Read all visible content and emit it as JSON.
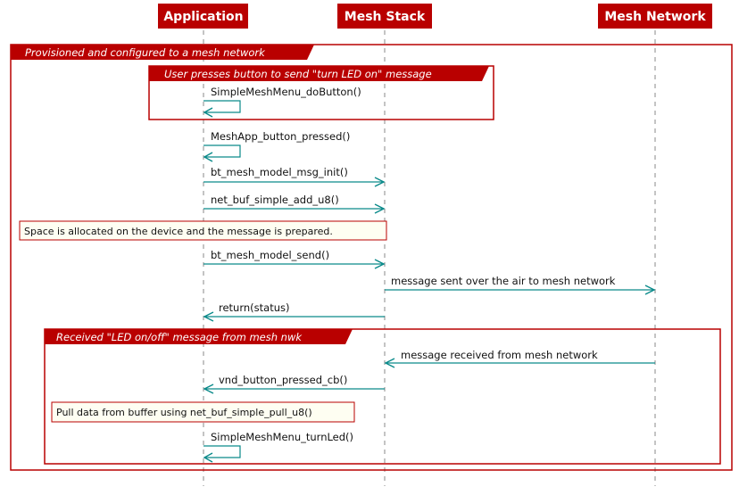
{
  "participants": [
    {
      "id": "app",
      "label": "Application"
    },
    {
      "id": "stack",
      "label": "Mesh Stack"
    },
    {
      "id": "net",
      "label": "Mesh Network"
    }
  ],
  "frames": {
    "outer": "Provisioned and configured to a mesh network",
    "button": "User presses button to send \"turn LED on\" message",
    "received": "Received \"LED on/off\" message from mesh nwk"
  },
  "messages": {
    "m1": "SimpleMeshMenu_doButton()",
    "m2": "MeshApp_button_pressed()",
    "m3": "bt_mesh_model_msg_init()",
    "m4": "net_buf_simple_add_u8()",
    "m5": "bt_mesh_model_send()",
    "m6": "message sent over the air to mesh network",
    "m7": "return(status)",
    "m8": "message received from mesh network",
    "m9": "vnd_button_pressed_cb()",
    "m10": "SimpleMeshMenu_turnLed()"
  },
  "notes": {
    "n1": "Space is allocated on the device and the message is prepared.",
    "n2": "Pull data from buffer using net_buf_simple_pull_u8()"
  },
  "colors": {
    "participant": "#b90000",
    "frame": "#b90000",
    "arrow": "#0b8a8a",
    "note_fill": "#fefef2"
  }
}
